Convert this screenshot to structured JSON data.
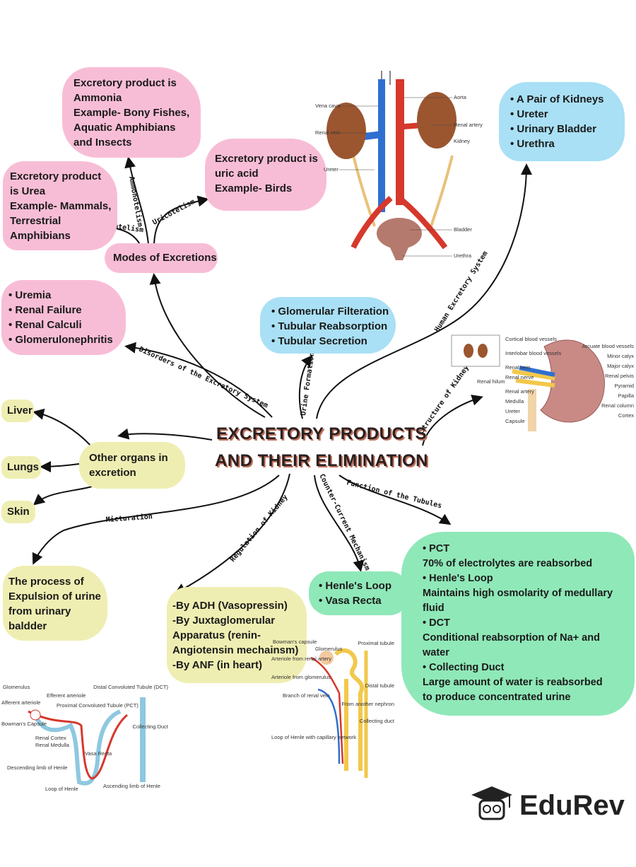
{
  "title": [
    "EXCRETORY PRODUCTS",
    "AND THEIR ELIMINATION"
  ],
  "nodes": {
    "ammonia": [
      "Excretory product is",
      "Ammonia",
      "Example- Bony Fishes,",
      "Aquatic Amphibians",
      "and Insects"
    ],
    "uric": [
      "Excretory product is",
      "uric acid",
      "Example- Birds"
    ],
    "urea": [
      "Excretory product",
      "is Urea",
      "Example- Mammals,",
      "Terrestrial",
      "Amphibians"
    ],
    "modes": "Modes of Excretions",
    "disorders": [
      "Uremia",
      "Renal Failure",
      "Renal Calculi",
      "Glomerulonephritis"
    ],
    "urine_formation": [
      "Glomerular Filteration",
      "Tubular Reabsorption",
      "Tubular Secretion"
    ],
    "human_system": [
      "A Pair of Kidneys",
      "Ureter",
      "Urinary Bladder",
      "Urethra"
    ],
    "organs": [
      "Liver",
      "Lungs",
      "Skin"
    ],
    "other_organs": [
      "Other organs in",
      "excretion"
    ],
    "micturition": [
      "The process of",
      "Expulsion of urine",
      "from urinary",
      "baldder"
    ],
    "regulation": [
      "-By ADH (Vasopressin)",
      "-By Juxtaglomerular",
      "Apparatus (renin-",
      "Angiotensin mechainsm)",
      "-By ANF (in heart)"
    ],
    "countercurrent": [
      "Henle's Loop",
      "Vasa Recta"
    ],
    "tubules": [
      "• PCT",
      "70% of electrolytes are reabsorbed",
      "• Henle's Loop",
      "Maintains high osmolarity of medullary",
      "fluid",
      "• DCT",
      "Conditional reabsorption of Na+ and",
      "water",
      "• Collecting Duct",
      "Large amount of water is reabsorbed",
      "to produce concentrated urine"
    ]
  },
  "edges": {
    "ammonotelism": "Ammonotelism",
    "uricotelism": "Uricotelism",
    "ureatelism": "Ureatelism",
    "disorders": "Disorders of the Excretory System",
    "urine_formation": "Urine Formation",
    "human_system": "Human Excretory System",
    "structure": "Structure of Kidneys",
    "tubules": "Function of the Tubules",
    "countercurrent": "Counter-Current Mechanism",
    "regulation": "Regulation of Kidney",
    "micturation": "Micturation"
  },
  "figures": {
    "excretory_system": [
      "Vena cava",
      "Aorta",
      "Renal artery",
      "Renal vein",
      "Kidney",
      "Ureter",
      "Bladder",
      "Urethra"
    ],
    "kidney_section": [
      "Cortical blood vessels",
      "Interlobar blood vessels",
      "Renal vein",
      "Renal nerve",
      "Renal artery",
      "Renal hilum",
      "Medulla",
      "Ureter",
      "Capsule",
      "Arcuate blood vessels",
      "Minor calyx",
      "Major calyx",
      "Renal pelvis",
      "Pyramid",
      "Papilla",
      "Renal column",
      "Cortex"
    ],
    "nephron_loop": [
      "Glomerulus",
      "Afferent arteriole",
      "Efferent arteriole",
      "Bowman's Capsule",
      "Proximal Convoluted Tubule (PCT)",
      "Distal Convoluted Tubule (DCT)",
      "Collecting Duct",
      "Renal Cortex",
      "Renal Medulla",
      "Vasa Recta",
      "Descending limb of Henle",
      "Loop of Henle",
      "Ascending limb of Henle"
    ],
    "nephron_detail": [
      "Bowman's capsule",
      "Glomerulus",
      "Proximal tubule",
      "Arteriole from renal artery",
      "Arteriole from glomerulus",
      "Distal tubule",
      "Branch of renal vein",
      "From another nephron",
      "Collecting duct",
      "Loop of Henle with capillary network"
    ]
  },
  "brand": "EduRev",
  "colors": {
    "pink": "#f8bdd6",
    "blue": "#a9e0f5",
    "yellow": "#efeeb2",
    "green": "#8fe8b8",
    "title_shadow": "#c0705c"
  }
}
